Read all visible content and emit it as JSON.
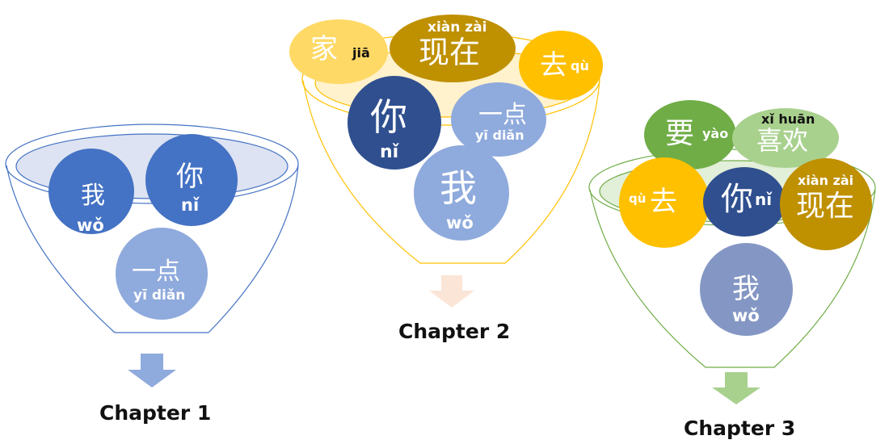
{
  "chapters": [
    {
      "title": "Chapter 1",
      "words": [
        {
          "hanzi": "我",
          "pinyin": "wǒ"
        },
        {
          "hanzi": "你",
          "pinyin": "nǐ"
        },
        {
          "hanzi": "一点",
          "pinyin": "yī diǎn"
        }
      ]
    },
    {
      "title": "Chapter 2",
      "words": [
        {
          "hanzi": "家",
          "pinyin": "jiā"
        },
        {
          "hanzi": "现在",
          "pinyin": "xiàn zài"
        },
        {
          "hanzi": "去",
          "pinyin": "qù"
        },
        {
          "hanzi": "你",
          "pinyin": "nǐ"
        },
        {
          "hanzi": "一点",
          "pinyin": "yī diǎn"
        },
        {
          "hanzi": "我",
          "pinyin": "wǒ"
        }
      ]
    },
    {
      "title": "Chapter 3",
      "words": [
        {
          "hanzi": "要",
          "pinyin": "yào"
        },
        {
          "hanzi": "喜欢",
          "pinyin": "xǐ huān"
        },
        {
          "hanzi": "去",
          "pinyin": "qù"
        },
        {
          "hanzi": "你",
          "pinyin": "nǐ"
        },
        {
          "hanzi": "现在",
          "pinyin": "xiàn zài"
        },
        {
          "hanzi": "我",
          "pinyin": "wǒ"
        }
      ]
    }
  ],
  "colors": {
    "dark_blue": "#2f4f8f",
    "mid_blue": "#4472c4",
    "light_blue": "#8faadc",
    "gold": "#bf9000",
    "yellow": "#ffc000",
    "light_yellow": "#ffd966",
    "green": "#70ad47",
    "light_green": "#a9d18e",
    "funnel1": "#4472c4",
    "funnel2": "#ffc000",
    "funnel3": "#70ad47",
    "arrow1": "#8faadc",
    "arrow2": "#fbe5d6",
    "arrow3": "#a9d18e"
  }
}
